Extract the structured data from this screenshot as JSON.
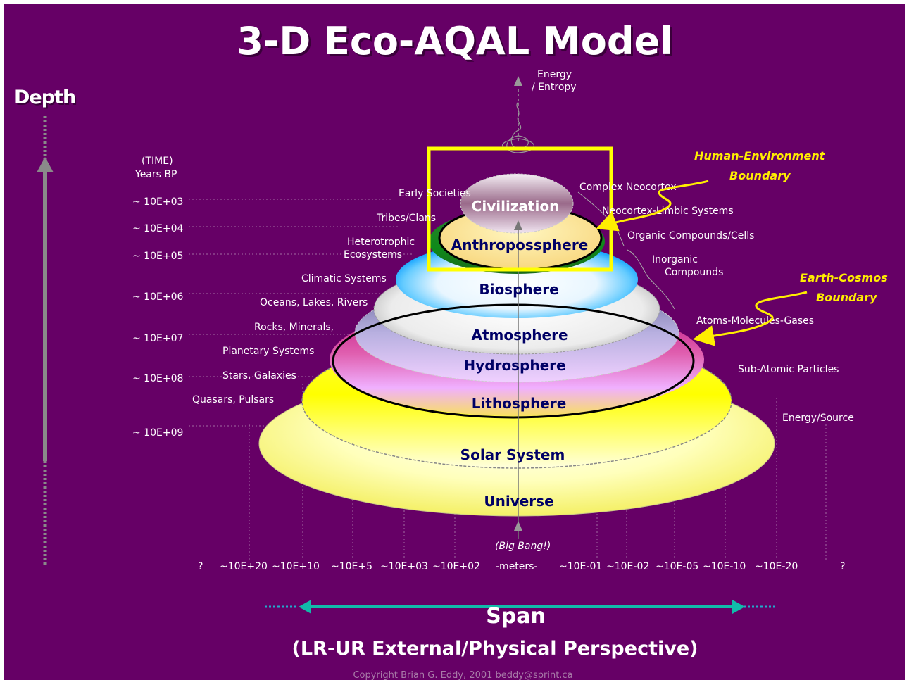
{
  "title": "3-D Eco-AQAL Model",
  "depth_label": "Depth",
  "span_label": "Span",
  "perspective_label": "(LR-UR External/Physical Perspective)",
  "copyright": "Copyright Brian G. Eddy, 2001 beddy@sprint.ca",
  "top_axis_label": [
    "Energy",
    "/ Entropy"
  ],
  "big_bang": "(Big Bang!)",
  "time_heading": [
    "(TIME)",
    "Years BP"
  ],
  "time_ticks": [
    "~ 10E+03",
    "~ 10E+04",
    "~ 10E+05",
    "~ 10E+06",
    "~ 10E+07",
    "~ 10E+08",
    "~ 10E+09"
  ],
  "span_ticks": [
    "?",
    "~10E+20",
    "~10E+10",
    "~10E+5",
    "~10E+03",
    "~10E+02",
    "-meters-",
    "~10E-01",
    "~10E-02",
    "~10E-05",
    "~10E-10",
    "~10E-20",
    "?"
  ],
  "spheres": [
    "Civilization",
    "Anthropossphere",
    "Biosphere",
    "Atmosphere",
    "Hydrosphere",
    "Lithosphere",
    "Solar System",
    "Universe"
  ],
  "left_labels": [
    "Early Societies",
    "Tribes/Clans",
    "Heterotrophic",
    "Ecosystems",
    "Climatic Systems",
    "Oceans, Lakes, Rivers",
    "Rocks, Minerals,",
    "Planetary Systems",
    "Stars, Galaxies",
    "Quasars, Pulsars"
  ],
  "right_labels": [
    "Complex Neocortex",
    "Neocortex-Limbic Systems",
    "Organic Compounds/Cells",
    "Inorganic",
    "Compounds",
    "Atoms-Molecules-Gases",
    "Sub-Atomic Particles",
    "Energy/Source"
  ],
  "boundaries": {
    "human": [
      "Human-Environment",
      "Boundary"
    ],
    "earth": [
      "Earth-Cosmos",
      "Boundary"
    ]
  },
  "colors": {
    "background": "#660066",
    "highlight_box": "#ffff00",
    "sphere_text": "#000066",
    "boundary_text": "#ffee00",
    "span_arrow": "#11bbaa"
  }
}
